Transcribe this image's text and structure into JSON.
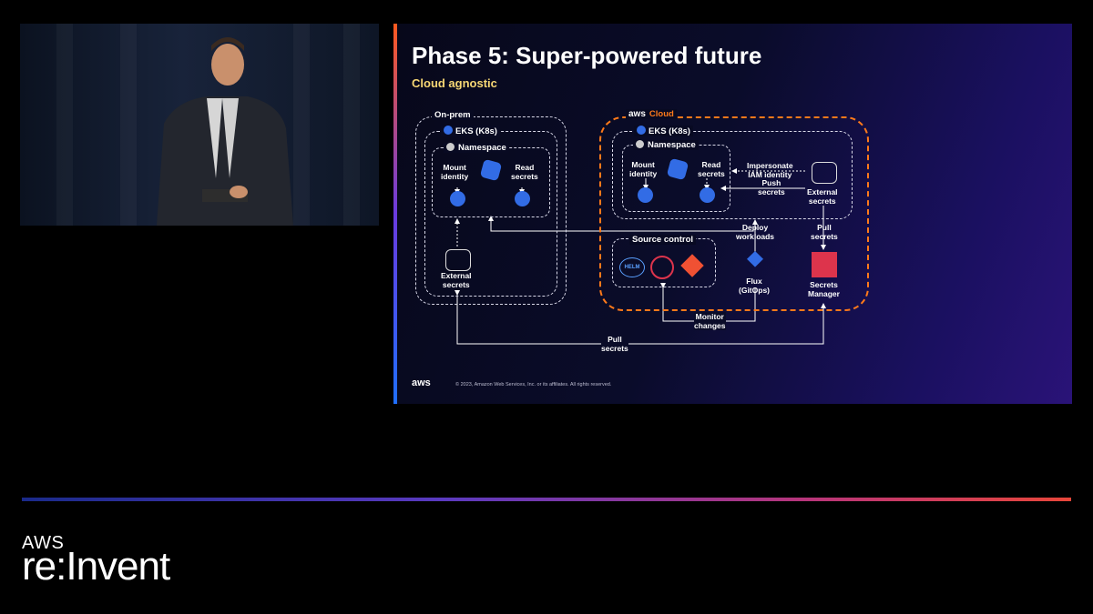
{
  "slide": {
    "title": "Phase 5: Super-powered future",
    "subtitle": "Cloud agnostic",
    "footer": "© 2023, Amazon Web Services, Inc. or its affiliates. All rights reserved.",
    "footer_logo": "aws"
  },
  "diagram": {
    "onprem": {
      "label": "On-prem",
      "eks": "EKS (K8s)",
      "namespace": "Namespace",
      "mount_identity": [
        "Mount",
        "identity"
      ],
      "read_secrets": [
        "Read",
        "secrets"
      ],
      "external_secrets": [
        "External",
        "secrets"
      ]
    },
    "cloud": {
      "aws_label": "aws",
      "label": "Cloud",
      "eks": "EKS (K8s)",
      "namespace": "Namespace",
      "mount_identity": [
        "Mount",
        "identity"
      ],
      "read_secrets": [
        "Read",
        "secrets"
      ],
      "impersonate": [
        "Impersonate",
        "IAM identity"
      ],
      "push_secrets": [
        "Push",
        "secrets"
      ],
      "external_secrets": [
        "External",
        "secrets"
      ],
      "deploy_workloads": [
        "Deploy",
        "workloads"
      ],
      "pull_secrets": [
        "Pull",
        "secrets"
      ],
      "source_control": "Source control",
      "helm": "HELM",
      "flux": [
        "Flux",
        "(GitOps)"
      ],
      "secrets_manager": [
        "Secrets",
        "Manager"
      ],
      "monitor_changes": [
        "Monitor",
        "changes"
      ]
    },
    "bottom_pull_secrets": [
      "Pull",
      "secrets"
    ]
  },
  "branding": {
    "aws": "AWS",
    "event": "re:Invent"
  },
  "colors": {
    "orange": "#ff7a1a",
    "k8s_blue": "#326ce5",
    "secrets_red": "#dd344c",
    "subtitle_yellow": "#f7d774"
  }
}
